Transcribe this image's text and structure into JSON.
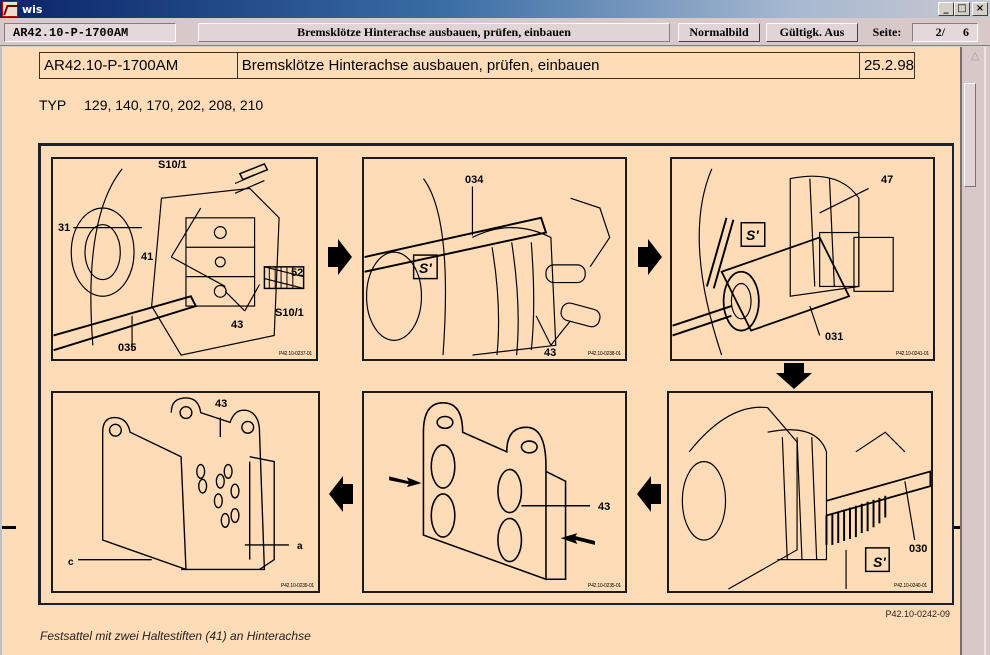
{
  "window": {
    "title": "wis",
    "controls": {
      "minimize": "_",
      "maximize": "□",
      "close": "×"
    }
  },
  "toolbar": {
    "doc_id": "AR42.10-P-1700AM",
    "title": "Bremsklötze Hinterachse ausbauen, prüfen, einbauen",
    "normalbild_button": "Normalbild",
    "gueltigkeit_button": "Gültigk. Aus",
    "page_label": "Seite:",
    "page_current": "2/",
    "page_total": "6"
  },
  "document": {
    "header": {
      "doc_id": "AR42.10-P-1700AM",
      "title": "Bremsklötze Hinterachse ausbauen, prüfen, einbauen",
      "date": "25.2.98"
    },
    "typ": {
      "label": "TYP",
      "values": "129, 140, 170, 202, 208, 210"
    },
    "figure": {
      "panels": [
        {
          "code": "P42.10-0237-01",
          "labels": [
            "S10/1",
            "31",
            "41",
            "52",
            "S10/1",
            "43",
            "035"
          ]
        },
        {
          "code": "P42.10-0238-01",
          "labels": [
            "034",
            "43"
          ],
          "special_tool": "S'"
        },
        {
          "code": "P42.10-0241-01",
          "labels": [
            "47",
            "031"
          ],
          "special_tool": "S'"
        },
        {
          "code": "P42.10-0239-01",
          "labels": [
            "43",
            "c",
            "a"
          ]
        },
        {
          "code": "P42.10-0235-01",
          "labels": [
            "43"
          ]
        },
        {
          "code": "P42.10-0240-01",
          "labels": [
            "030"
          ],
          "special_tool": "S'"
        }
      ],
      "figure_code": "P42.10-0242-09",
      "caption": "Festsattel mit zwei Haltestiften (41) an Hinterachse"
    }
  },
  "scrollbar": {
    "up_arrow": "△"
  }
}
